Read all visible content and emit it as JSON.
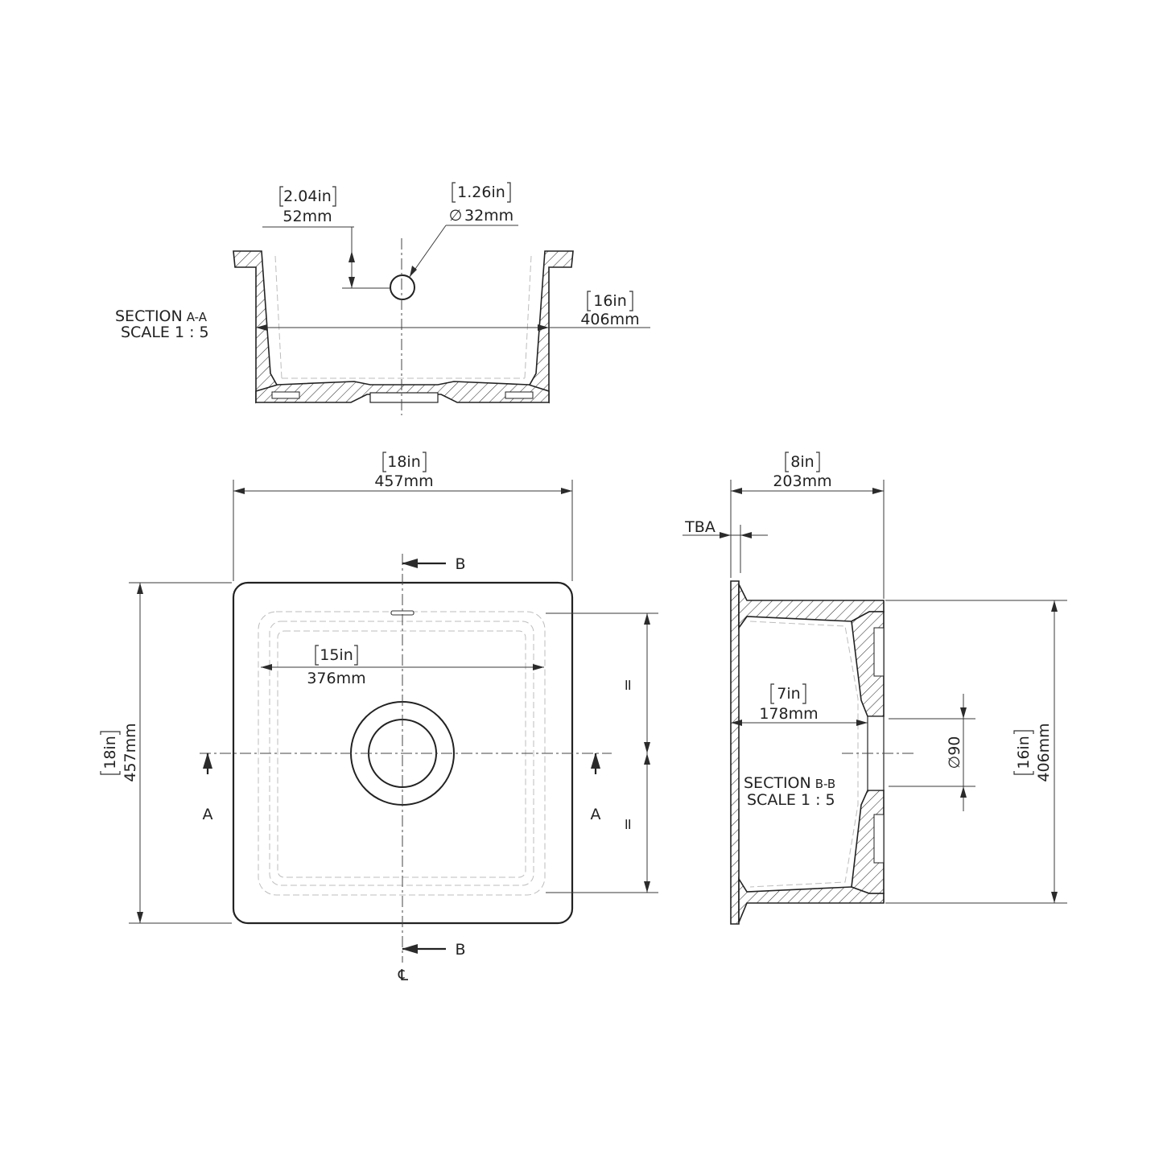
{
  "section_aa": {
    "title": "SECTION",
    "title_suffix": "A-A",
    "scale": "SCALE 1 : 5",
    "dim_offset_in": "2.04in",
    "dim_offset_mm": "52mm",
    "dim_hole_in": "1.26in",
    "dim_hole_symbol": "∅",
    "dim_hole_mm": "32mm",
    "dim_width_in": "16in",
    "dim_width_mm": "406mm"
  },
  "plan": {
    "dim_width_in": "18in",
    "dim_width_mm": "457mm",
    "dim_height_in": "18in",
    "dim_height_mm": "457mm",
    "dim_inner_in": "15in",
    "dim_inner_mm": "376mm",
    "equal_mark": "=",
    "label_a": "A",
    "label_b": "B",
    "centerline": "℄"
  },
  "section_bb": {
    "title": "SECTION",
    "title_suffix": "B-B",
    "scale": "SCALE 1 : 5",
    "dim_depth_in": "8in",
    "dim_depth_mm": "203mm",
    "dim_inner_in": "7in",
    "dim_inner_mm": "178mm",
    "dim_flange": "TBA",
    "dim_waste": "∅90",
    "dim_height_in": "16in",
    "dim_height_mm": "406mm"
  }
}
